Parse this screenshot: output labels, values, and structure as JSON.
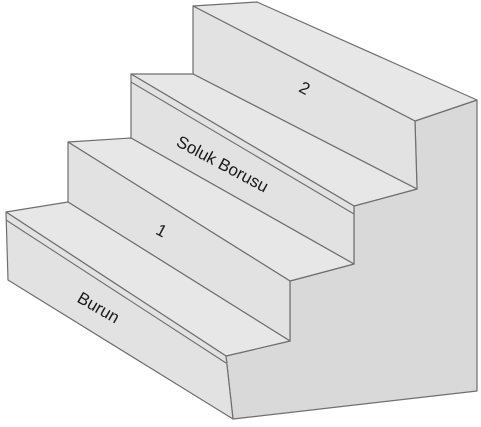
{
  "labels": {
    "step_2": "2",
    "soluk_borusu": "Soluk Borusu",
    "step_1": "1",
    "burun": "Burun"
  }
}
